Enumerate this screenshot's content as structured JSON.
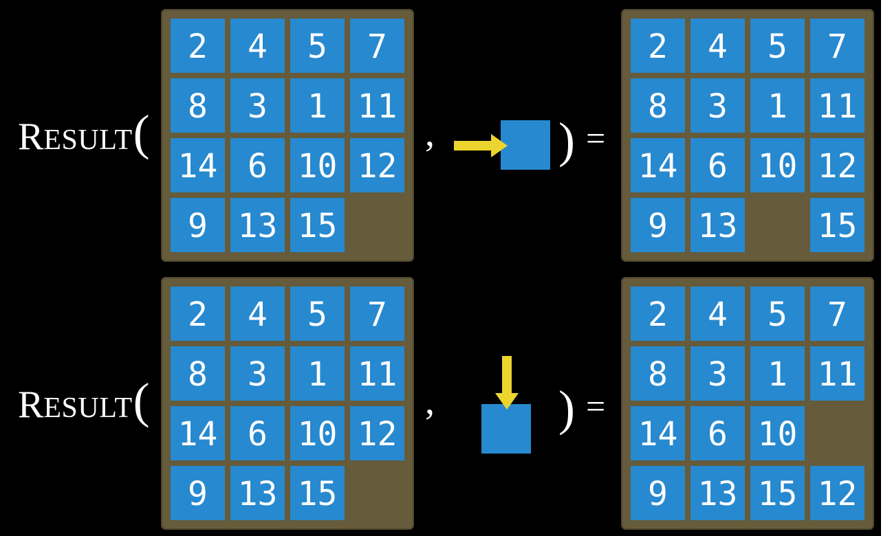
{
  "colors": {
    "background": "#000000",
    "tile_blue": "#2789cf",
    "frame_brown": "#665b3a",
    "arrow_yellow": "#ecd52f",
    "text_white": "#ffffff"
  },
  "formula": {
    "function_initial": "R",
    "function_rest": "ESULT",
    "open_paren": "(",
    "comma": ",",
    "close_paren": ")",
    "equals": "="
  },
  "examples": [
    {
      "action_icon": "right-arrow-icon",
      "action_tile_icon": "blank-tile-square",
      "before": [
        [
          2,
          4,
          5,
          7
        ],
        [
          8,
          3,
          1,
          11
        ],
        [
          14,
          6,
          10,
          12
        ],
        [
          9,
          13,
          15,
          null
        ]
      ],
      "after": [
        [
          2,
          4,
          5,
          7
        ],
        [
          8,
          3,
          1,
          11
        ],
        [
          14,
          6,
          10,
          12
        ],
        [
          9,
          13,
          null,
          15
        ]
      ]
    },
    {
      "action_icon": "down-arrow-icon",
      "action_tile_icon": "blank-tile-square",
      "before": [
        [
          2,
          4,
          5,
          7
        ],
        [
          8,
          3,
          1,
          11
        ],
        [
          14,
          6,
          10,
          12
        ],
        [
          9,
          13,
          15,
          null
        ]
      ],
      "after": [
        [
          2,
          4,
          5,
          7
        ],
        [
          8,
          3,
          1,
          11
        ],
        [
          14,
          6,
          10,
          null
        ],
        [
          9,
          13,
          15,
          12
        ]
      ]
    }
  ]
}
